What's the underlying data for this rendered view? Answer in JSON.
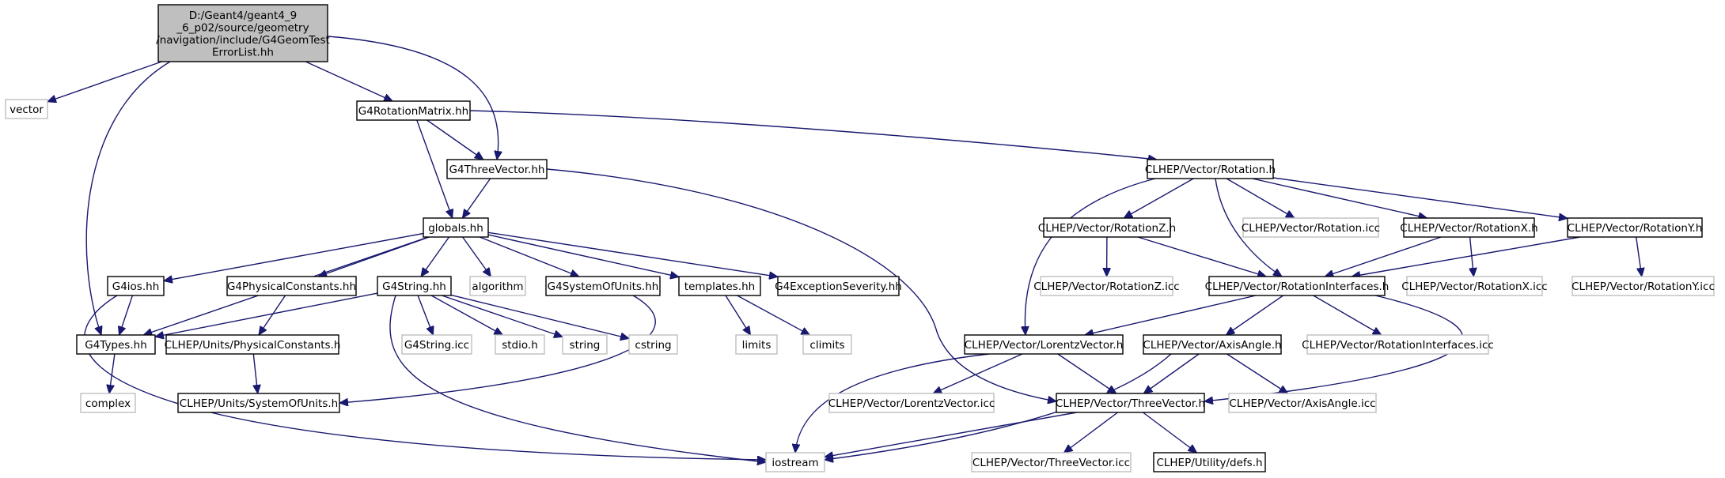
{
  "graph": {
    "colors": {
      "edge": "#191970",
      "root_fill": "#bfbfbf",
      "root_border": "#000000",
      "node_border": "#000000",
      "external_border": "#bfbfbf",
      "text": "#000000"
    },
    "nodes": [
      {
        "id": "root",
        "kind": "root",
        "lines": [
          "D:/Geant4/geant4_9",
          "_6_p02/source/geometry",
          "/navigation/include/G4GeomTest",
          "ErrorList.hh"
        ]
      },
      {
        "id": "vector",
        "kind": "external",
        "lines": [
          "vector"
        ]
      },
      {
        "id": "g4rotmat",
        "kind": "header",
        "lines": [
          "G4RotationMatrix.hh"
        ]
      },
      {
        "id": "g4threevec",
        "kind": "header",
        "lines": [
          "G4ThreeVector.hh"
        ]
      },
      {
        "id": "rotation",
        "kind": "header",
        "lines": [
          "CLHEP/Vector/Rotation.h"
        ]
      },
      {
        "id": "globals",
        "kind": "header",
        "lines": [
          "globals.hh"
        ]
      },
      {
        "id": "rotz",
        "kind": "header",
        "lines": [
          "CLHEP/Vector/RotationZ.h"
        ]
      },
      {
        "id": "rotation_icc",
        "kind": "external",
        "lines": [
          "CLHEP/Vector/Rotation.icc"
        ]
      },
      {
        "id": "rotx",
        "kind": "header",
        "lines": [
          "CLHEP/Vector/RotationX.h"
        ]
      },
      {
        "id": "roty",
        "kind": "header",
        "lines": [
          "CLHEP/Vector/RotationY.h"
        ]
      },
      {
        "id": "g4ios",
        "kind": "header",
        "lines": [
          "G4ios.hh"
        ]
      },
      {
        "id": "g4physconst",
        "kind": "header",
        "lines": [
          "G4PhysicalConstants.hh"
        ]
      },
      {
        "id": "g4string",
        "kind": "header",
        "lines": [
          "G4String.hh"
        ]
      },
      {
        "id": "algorithm",
        "kind": "external",
        "lines": [
          "algorithm"
        ]
      },
      {
        "id": "g4sysunits",
        "kind": "header",
        "lines": [
          "G4SystemOfUnits.hh"
        ]
      },
      {
        "id": "templates",
        "kind": "header",
        "lines": [
          "templates.hh"
        ]
      },
      {
        "id": "g4excsev",
        "kind": "header",
        "lines": [
          "G4ExceptionSeverity.hh"
        ]
      },
      {
        "id": "rotz_icc",
        "kind": "external",
        "lines": [
          "CLHEP/Vector/RotationZ.icc"
        ]
      },
      {
        "id": "rotinterfaces",
        "kind": "header",
        "lines": [
          "CLHEP/Vector/RotationInterfaces.h"
        ]
      },
      {
        "id": "rotx_icc",
        "kind": "external",
        "lines": [
          "CLHEP/Vector/RotationX.icc"
        ]
      },
      {
        "id": "roty_icc",
        "kind": "external",
        "lines": [
          "CLHEP/Vector/RotationY.icc"
        ]
      },
      {
        "id": "g4types",
        "kind": "header",
        "lines": [
          "G4Types.hh"
        ]
      },
      {
        "id": "physconst",
        "kind": "header",
        "lines": [
          "CLHEP/Units/PhysicalConstants.h"
        ]
      },
      {
        "id": "g4string_icc",
        "kind": "external",
        "lines": [
          "G4String.icc"
        ]
      },
      {
        "id": "stdio",
        "kind": "external",
        "lines": [
          "stdio.h"
        ]
      },
      {
        "id": "string",
        "kind": "external",
        "lines": [
          "string"
        ]
      },
      {
        "id": "cstring",
        "kind": "external",
        "lines": [
          "cstring"
        ]
      },
      {
        "id": "limits",
        "kind": "external",
        "lines": [
          "limits"
        ]
      },
      {
        "id": "climits",
        "kind": "external",
        "lines": [
          "climits"
        ]
      },
      {
        "id": "lorentz",
        "kind": "header",
        "lines": [
          "CLHEP/Vector/LorentzVector.h"
        ]
      },
      {
        "id": "axisangle",
        "kind": "header",
        "lines": [
          "CLHEP/Vector/AxisAngle.h"
        ]
      },
      {
        "id": "rotinterfaces_icc",
        "kind": "external",
        "lines": [
          "CLHEP/Vector/RotationInterfaces.icc"
        ]
      },
      {
        "id": "complex",
        "kind": "external",
        "lines": [
          "complex"
        ]
      },
      {
        "id": "sysunits",
        "kind": "header",
        "lines": [
          "CLHEP/Units/SystemOfUnits.h"
        ]
      },
      {
        "id": "lorentz_icc",
        "kind": "external",
        "lines": [
          "CLHEP/Vector/LorentzVector.icc"
        ]
      },
      {
        "id": "threevector",
        "kind": "header",
        "lines": [
          "CLHEP/Vector/ThreeVector.h"
        ]
      },
      {
        "id": "axisangle_icc",
        "kind": "external",
        "lines": [
          "CLHEP/Vector/AxisAngle.icc"
        ]
      },
      {
        "id": "iostream",
        "kind": "external",
        "lines": [
          "iostream"
        ]
      },
      {
        "id": "threevector_icc",
        "kind": "external",
        "lines": [
          "CLHEP/Vector/ThreeVector.icc"
        ]
      },
      {
        "id": "defs",
        "kind": "header",
        "lines": [
          "CLHEP/Utility/defs.h"
        ]
      }
    ],
    "edges": [
      [
        "root",
        "vector"
      ],
      [
        "root",
        "g4types"
      ],
      [
        "root",
        "g4rotmat"
      ],
      [
        "root",
        "g4threevec"
      ],
      [
        "g4rotmat",
        "g4threevec"
      ],
      [
        "g4rotmat",
        "globals"
      ],
      [
        "g4rotmat",
        "rotation"
      ],
      [
        "g4threevec",
        "globals"
      ],
      [
        "g4threevec",
        "threevector"
      ],
      [
        "rotation",
        "lorentz"
      ],
      [
        "rotation",
        "rotz"
      ],
      [
        "rotation",
        "rotinterfaces"
      ],
      [
        "rotation",
        "rotation_icc"
      ],
      [
        "rotation",
        "rotx"
      ],
      [
        "rotation",
        "roty"
      ],
      [
        "globals",
        "g4ios"
      ],
      [
        "globals",
        "g4types"
      ],
      [
        "globals",
        "g4physconst"
      ],
      [
        "globals",
        "g4string"
      ],
      [
        "globals",
        "algorithm"
      ],
      [
        "globals",
        "g4sysunits"
      ],
      [
        "globals",
        "templates"
      ],
      [
        "globals",
        "g4excsev"
      ],
      [
        "rotz",
        "rotz_icc"
      ],
      [
        "rotz",
        "rotinterfaces"
      ],
      [
        "rotx",
        "rotinterfaces"
      ],
      [
        "rotx",
        "rotx_icc"
      ],
      [
        "roty",
        "rotinterfaces"
      ],
      [
        "roty",
        "roty_icc"
      ],
      [
        "g4ios",
        "g4types"
      ],
      [
        "g4ios",
        "iostream"
      ],
      [
        "g4physconst",
        "physconst"
      ],
      [
        "g4string",
        "g4types"
      ],
      [
        "g4string",
        "g4string_icc"
      ],
      [
        "g4string",
        "stdio"
      ],
      [
        "g4string",
        "string"
      ],
      [
        "g4string",
        "cstring"
      ],
      [
        "g4string",
        "iostream"
      ],
      [
        "g4sysunits",
        "sysunits"
      ],
      [
        "templates",
        "limits"
      ],
      [
        "templates",
        "climits"
      ],
      [
        "rotinterfaces",
        "lorentz"
      ],
      [
        "rotinterfaces",
        "axisangle"
      ],
      [
        "rotinterfaces",
        "rotinterfaces_icc"
      ],
      [
        "rotinterfaces",
        "threevector"
      ],
      [
        "g4types",
        "complex"
      ],
      [
        "physconst",
        "sysunits"
      ],
      [
        "lorentz",
        "iostream"
      ],
      [
        "lorentz",
        "lorentz_icc"
      ],
      [
        "lorentz",
        "threevector"
      ],
      [
        "axisangle",
        "iostream"
      ],
      [
        "axisangle",
        "threevector"
      ],
      [
        "axisangle",
        "axisangle_icc"
      ],
      [
        "threevector",
        "iostream"
      ],
      [
        "threevector",
        "threevector_icc"
      ],
      [
        "threevector",
        "defs"
      ]
    ]
  }
}
